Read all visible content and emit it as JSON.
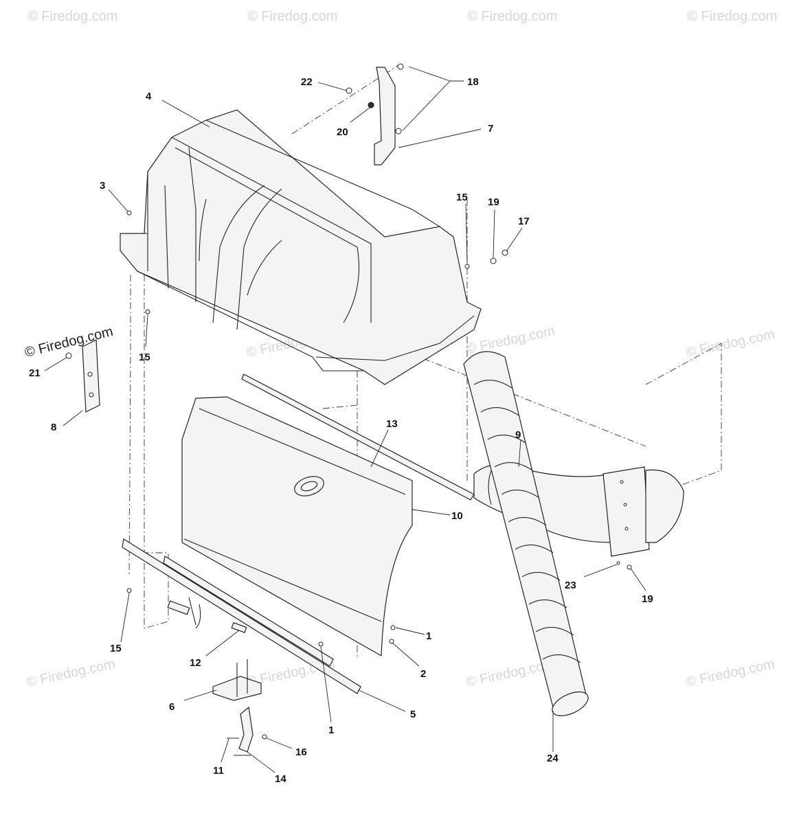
{
  "watermark": {
    "text": "© Firedog.com",
    "prominent_text": "© Firedog.com"
  },
  "callouts": {
    "c1a": "1",
    "c1b": "1",
    "c2": "2",
    "c3": "3",
    "c4": "4",
    "c5": "5",
    "c6": "6",
    "c7": "7",
    "c8": "8",
    "c9": "9",
    "c10": "10",
    "c11": "11",
    "c12": "12",
    "c13": "13",
    "c14": "14",
    "c15a": "15",
    "c15b": "15",
    "c15c": "15",
    "c16": "16",
    "c17": "17",
    "c18": "18",
    "c19a": "19",
    "c19b": "19",
    "c20": "20",
    "c21": "21",
    "c22": "22",
    "c23": "23",
    "c24": "24"
  }
}
